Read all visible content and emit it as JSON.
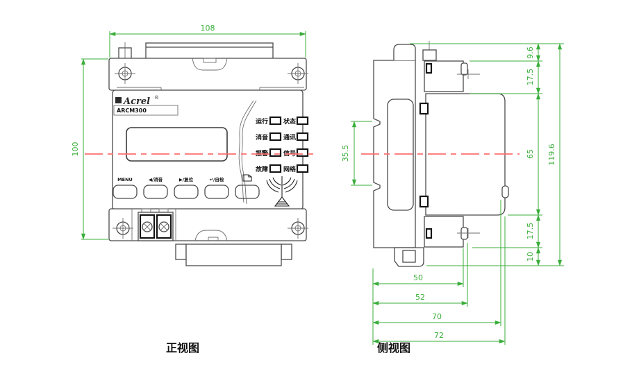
{
  "drawing": {
    "front_view_label": "正视图",
    "side_view_label": "侧视图"
  },
  "device": {
    "brand": "Acrel",
    "registered_mark": "®",
    "model": "ARCM300"
  },
  "front_panel": {
    "led_rows": [
      {
        "left": "运行",
        "right": "状态"
      },
      {
        "left": "消音",
        "right": "通讯"
      },
      {
        "left": "报警",
        "right": "信号"
      },
      {
        "left": "故障",
        "right": "网络"
      }
    ],
    "button_labels": [
      "MENU",
      "◀/消音",
      "▶/复位",
      "↵/自检"
    ],
    "icons": [
      "page-icon",
      "wireless-antenna-icon"
    ]
  },
  "dimensions_mm": {
    "front": {
      "width": "108",
      "height": "100"
    },
    "side": {
      "top_screw_offset": "9.6",
      "top_flange_height": "17.5",
      "body_height": "65",
      "bottom_flange_height": "17.5",
      "bottom_tab_height": "10",
      "total_height": "119.6",
      "din_slot_height": "35.5",
      "depth_50": "50",
      "depth_52": "52",
      "depth_70": "70",
      "depth_72": "72"
    }
  },
  "colors": {
    "dimension_green": "#3aae3a",
    "centerline_red": "#ff6e6e",
    "outline_gray": "#4a4a4a"
  }
}
